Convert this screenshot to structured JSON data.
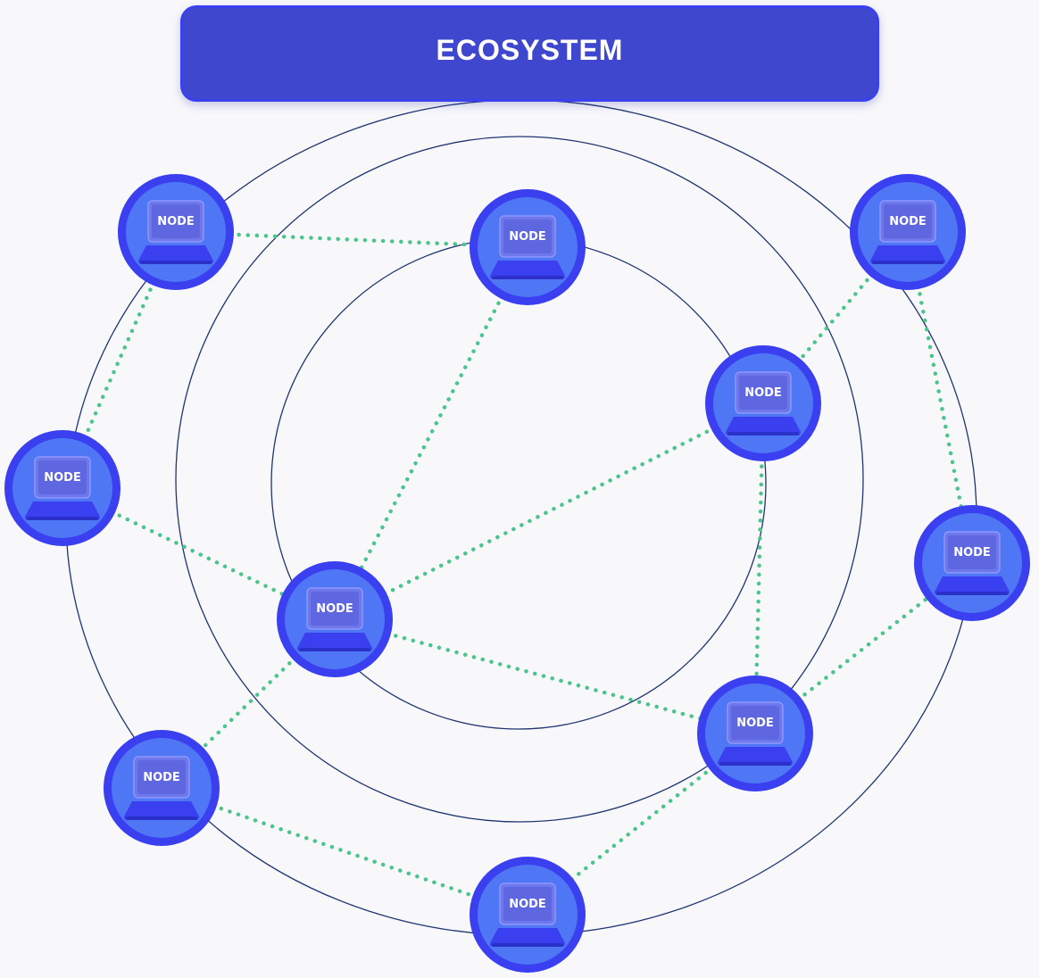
{
  "title": "ECOSYSTEM",
  "colors": {
    "background": "#f8f8fb",
    "banner": "#3f47cf",
    "node_ring": "#3a3ff0",
    "node_fill": "#4f77f5",
    "orbit": "#1f3470",
    "link": "#4cc48c"
  },
  "nodes": [
    {
      "id": "n1",
      "label": "NODE"
    },
    {
      "id": "n2",
      "label": "NODE"
    },
    {
      "id": "n3",
      "label": "NODE"
    },
    {
      "id": "n4",
      "label": "NODE"
    },
    {
      "id": "n5",
      "label": "NODE"
    },
    {
      "id": "n6",
      "label": "NODE"
    },
    {
      "id": "n7",
      "label": "NODE"
    },
    {
      "id": "n8",
      "label": "NODE"
    },
    {
      "id": "n9",
      "label": "NODE"
    },
    {
      "id": "n10",
      "label": "NODE"
    }
  ],
  "links": [
    [
      "n1",
      "n2"
    ],
    [
      "n1",
      "n4"
    ],
    [
      "n2",
      "n6"
    ],
    [
      "n3",
      "n5"
    ],
    [
      "n3",
      "n9"
    ],
    [
      "n4",
      "n6"
    ],
    [
      "n5",
      "n6"
    ],
    [
      "n5",
      "n8"
    ],
    [
      "n6",
      "n7"
    ],
    [
      "n6",
      "n8"
    ],
    [
      "n7",
      "n10"
    ],
    [
      "n8",
      "n9"
    ],
    [
      "n8",
      "n10"
    ]
  ],
  "icon": "laptop-icon"
}
